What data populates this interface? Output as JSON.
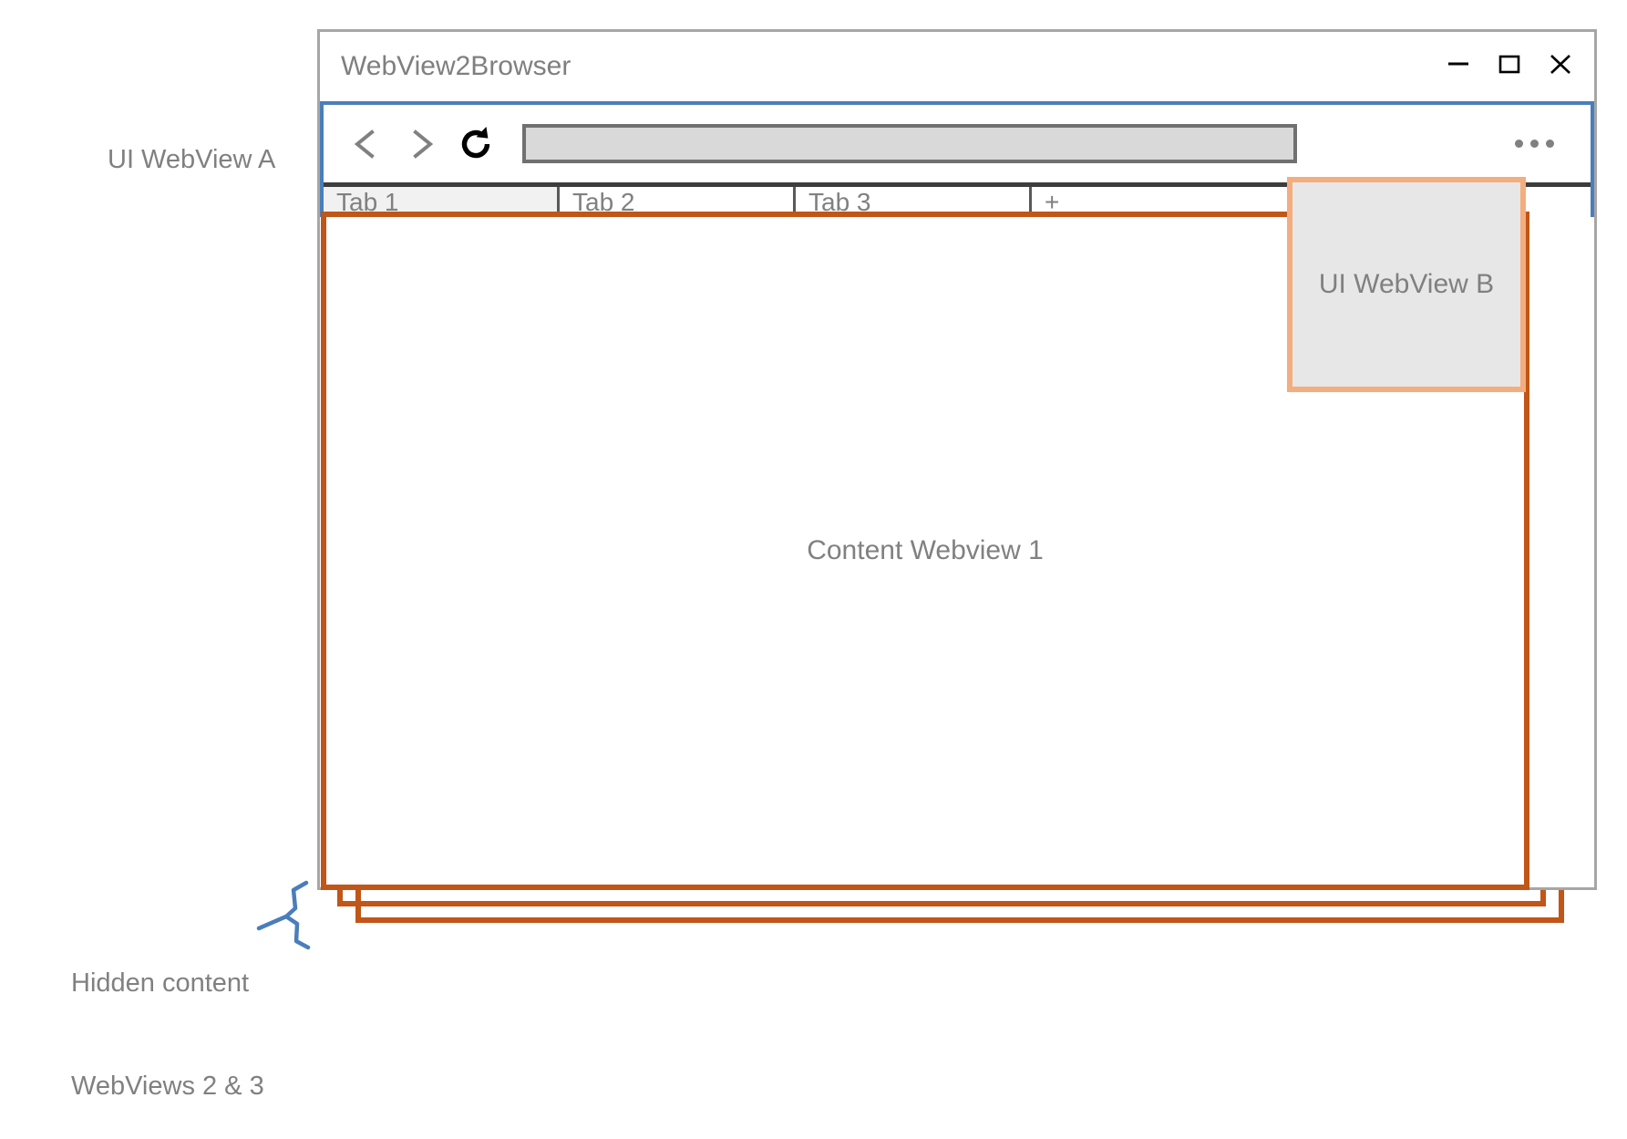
{
  "annotations": {
    "ui_webview_a_label": "UI WebView A",
    "hidden_content_line1": "Hidden content",
    "hidden_content_line2": "WebViews 2 & 3",
    "brace_icon": "curly-brace-icon"
  },
  "window": {
    "title": "WebView2Browser",
    "controls": {
      "minimize": "minimize-icon",
      "maximize": "maximize-icon",
      "close": "close-icon"
    }
  },
  "toolbar": {
    "back_icon": "chevron-left-icon",
    "forward_icon": "chevron-right-icon",
    "refresh_icon": "refresh-icon",
    "address_value": "",
    "address_placeholder": "",
    "menu_icon": "ellipsis-icon"
  },
  "tabs": {
    "items": [
      {
        "label": "Tab 1",
        "active": true
      },
      {
        "label": "Tab 2",
        "active": false
      },
      {
        "label": "Tab 3",
        "active": false
      }
    ],
    "new_tab_label": "+"
  },
  "content": {
    "webview_1_label": "Content Webview 1",
    "ui_webview_b_label": "UI WebView B"
  },
  "colors": {
    "ui_webview_a_border": "#4a7ebb",
    "content_webview_border": "#c05617",
    "ui_webview_b_border": "#f4ad7d",
    "ui_webview_b_fill": "#e7e7e7",
    "window_border": "#a6a6a6",
    "text_gray": "#808080",
    "address_fill": "#d9d9d9",
    "address_border": "#707070",
    "brace_blue": "#4a7ebb"
  }
}
